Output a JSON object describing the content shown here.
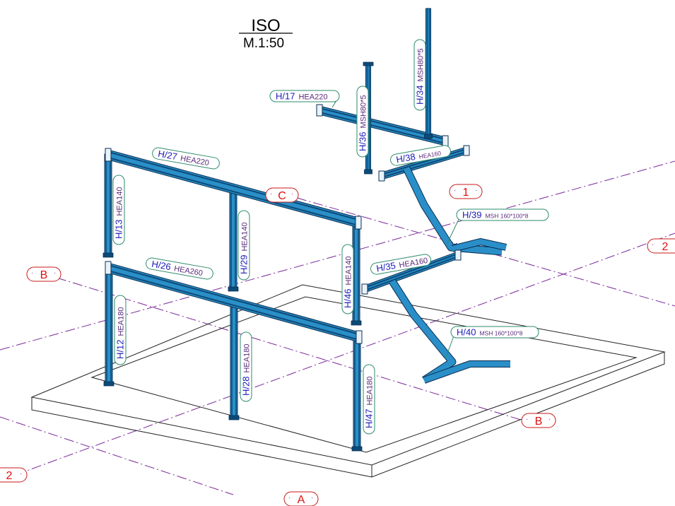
{
  "title": {
    "main": "ISO",
    "scale": "M.1:50"
  },
  "colors": {
    "steel": "#2a8fc8",
    "steel_dark": "#0d4a78",
    "steel_edge": "#0b2f52",
    "tag_border": "#2e8b6e",
    "tag_id": "#1a1ab8",
    "tag_profile": "#5a2a7a",
    "axis_line": "#7a2a9a",
    "axis_label": "#e01010",
    "axis_border": "#c81a1a",
    "slab_line": "#222222"
  },
  "axis_labels": [
    {
      "id": "axis-c",
      "text": "C"
    },
    {
      "id": "axis-1",
      "text": "1"
    },
    {
      "id": "axis-2-right",
      "text": "2"
    },
    {
      "id": "axis-b-left",
      "text": "B"
    },
    {
      "id": "axis-b-right",
      "text": "B"
    },
    {
      "id": "axis-2-left",
      "text": "2"
    },
    {
      "id": "axis-a",
      "text": "A"
    }
  ],
  "member_tags": [
    {
      "id": "h17",
      "number": "H/17",
      "profile": "HEA220"
    },
    {
      "id": "h27",
      "number": "H/27",
      "profile": "HEA220"
    },
    {
      "id": "h26",
      "number": "H/26",
      "profile": "HEA260"
    },
    {
      "id": "h38",
      "number": "H/38",
      "profile": "HEA160"
    },
    {
      "id": "h35",
      "number": "H/35",
      "profile": "HEA160"
    },
    {
      "id": "h39",
      "number": "H/39",
      "profile": "MSH 160*100*8"
    },
    {
      "id": "h40",
      "number": "H/40",
      "profile": "MSH 160*100*8"
    },
    {
      "id": "h13",
      "number": "H/13",
      "profile": "HEA140"
    },
    {
      "id": "h29",
      "number": "H/29",
      "profile": "HEA140"
    },
    {
      "id": "h46",
      "number": "H/46",
      "profile": "HEA140"
    },
    {
      "id": "h12",
      "number": "H/12",
      "profile": "HEA180"
    },
    {
      "id": "h28",
      "number": "H/28",
      "profile": "HEA180"
    },
    {
      "id": "h47",
      "number": "H/47",
      "profile": "HEA180"
    },
    {
      "id": "h36",
      "number": "H/36",
      "profile": "MSH80*5"
    },
    {
      "id": "h34",
      "number": "H/34",
      "profile": "MSH80*5"
    }
  ]
}
